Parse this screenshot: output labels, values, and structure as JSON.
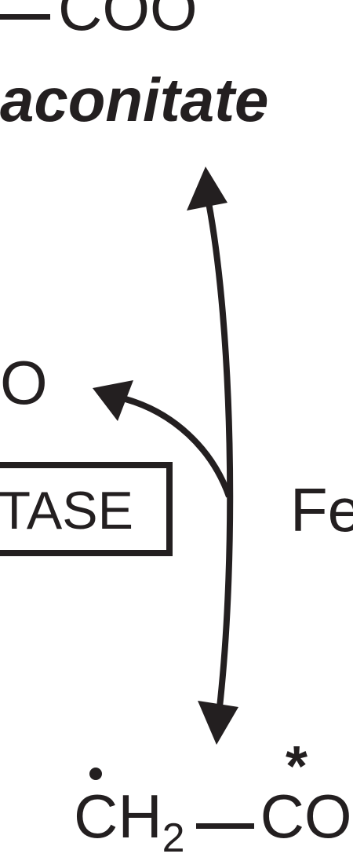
{
  "top_formula": {
    "group": "COO"
  },
  "compound_name": "aconitate",
  "water_label": "O",
  "enzyme_label": "TASE",
  "cofactor_label": "Fe",
  "bottom_formula": {
    "ch": "CH",
    "sub": "2",
    "right": "CO"
  },
  "label_star": "*",
  "colors": {
    "ink": "#231f20",
    "background": "#ffffff"
  }
}
